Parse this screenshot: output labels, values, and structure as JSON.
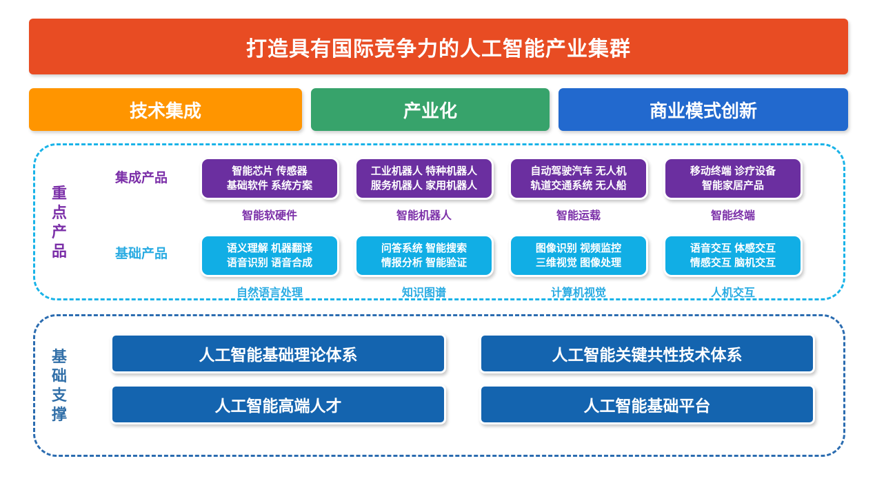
{
  "title": {
    "text": "打造具有国际竞争力的人工智能产业集群",
    "bg_color": "#E84C23"
  },
  "pillars": [
    {
      "label": "技术集成",
      "color": "#FF9500"
    },
    {
      "label": "产业化",
      "color": "#37A36B"
    },
    {
      "label": "商业模式创新",
      "color": "#2269CE"
    }
  ],
  "products_section": {
    "side_label": "重点产品",
    "border_color": "#19B3E8",
    "rows": [
      {
        "row_label": "集成产品",
        "style": "purple",
        "box_color": "#6B2FA0",
        "items": [
          {
            "line1": "智能芯片 传感器",
            "line2": "基础软件 系统方案",
            "caption": "智能软硬件"
          },
          {
            "line1": "工业机器人 特种机器人",
            "line2": "服务机器人 家用机器人",
            "caption": "智能机器人"
          },
          {
            "line1": "自动驾驶汽车 无人机",
            "line2": "轨道交通系统 无人船",
            "caption": "智能运载"
          },
          {
            "line1": "移动终端 诊疗设备",
            "line2": "智能家居产品",
            "caption": "智能终端"
          }
        ]
      },
      {
        "row_label": "基础产品",
        "style": "cyan",
        "box_color": "#11AEE5",
        "items": [
          {
            "line1": "语义理解 机器翻译",
            "line2": "语音识别 语音合成",
            "caption": "自然语言处理"
          },
          {
            "line1": "问答系统 智能搜索",
            "line2": "情报分析 智能验证",
            "caption": "知识图谱"
          },
          {
            "line1": "图像识别 视频监控",
            "line2": "三维视觉 图像处理",
            "caption": "计算机视觉"
          },
          {
            "line1": "语音交互 体感交互",
            "line2": "情感交互 脑机交互",
            "caption": "人机交互"
          }
        ]
      }
    ]
  },
  "foundation_section": {
    "side_label": "基础支撑",
    "border_color": "#2B6CB0",
    "box_color": "#1464AF",
    "items": [
      {
        "label": "人工智能基础理论体系"
      },
      {
        "label": "人工智能关键共性技术体系"
      },
      {
        "label": "人工智能高端人才"
      },
      {
        "label": "人工智能基础平台"
      }
    ]
  }
}
